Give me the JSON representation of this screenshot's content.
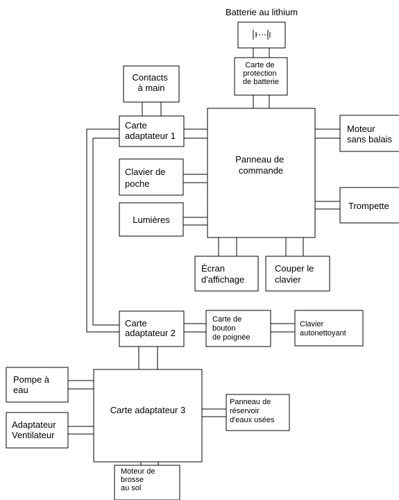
{
  "diagram": {
    "battery_label": "Batterie au lithium",
    "blocks": {
      "battery_protection": [
        "Carte de",
        "protection",
        "de batterie"
      ],
      "hand_contacts": [
        "Contacts",
        "à main"
      ],
      "adapter_1": [
        "Carte",
        "adaptateur 1"
      ],
      "control_panel": [
        "Panneau de",
        "commande"
      ],
      "brushless_motor": [
        "Moteur",
        "sans balais"
      ],
      "pocket_keyboard": [
        "Clavier de",
        "poche"
      ],
      "lights": [
        "Lumières"
      ],
      "trumpet": [
        "Trompette"
      ],
      "display_screen": [
        "Écran",
        "d'affichage"
      ],
      "cut_keyboard": [
        "Couper le",
        "clavier"
      ],
      "adapter_2": [
        "Carte",
        "adaptateur 2"
      ],
      "handle_button_board": [
        "Carte de",
        "bouton",
        "de poignée"
      ],
      "self_cleaning_keyboard": [
        "Clavier",
        "autonettoyant"
      ],
      "water_pump": [
        "Pompe à",
        "eau"
      ],
      "adapter_3": [
        "Carte adaptateur 3"
      ],
      "waste_tank_panel": [
        "Panneau de",
        "réservoir",
        "d'eaux usées"
      ],
      "fan_adapter": [
        "Adaptateur",
        "Ventilateur"
      ],
      "floor_brush_motor": [
        "Moteur de",
        "brosse",
        "au sol"
      ]
    }
  }
}
